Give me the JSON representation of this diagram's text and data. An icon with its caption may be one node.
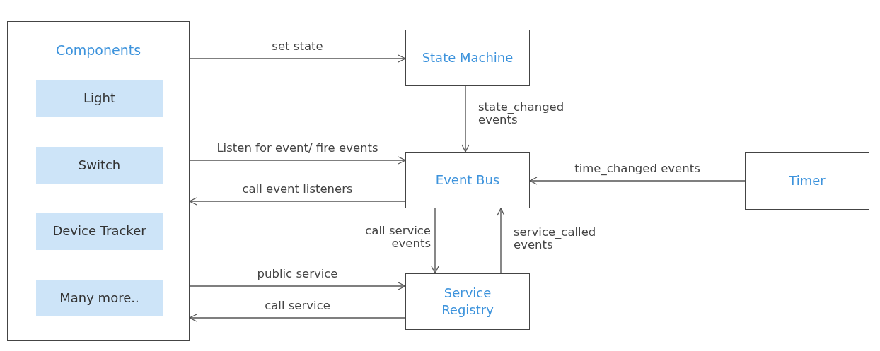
{
  "diagram": {
    "nodes": [
      {
        "text": [
          "Components"
        ]
      },
      {
        "text": [
          "Light"
        ],
        "in": 0
      },
      {
        "text": [
          "Switch"
        ],
        "in": 0
      },
      {
        "text": [
          "Device Tracker"
        ],
        "in": 0
      },
      {
        "text": [
          "Many more.."
        ],
        "in": 0
      },
      {
        "text": [
          "State Machine"
        ]
      },
      {
        "text": [
          "Event Bus"
        ]
      },
      {
        "text": [
          "Timer"
        ]
      },
      {
        "text": [
          "Service Registry"
        ]
      }
    ],
    "edges": [
      {
        "from": 0,
        "to": 5,
        "arrow": "to",
        "label": "set state"
      },
      {
        "from": 5,
        "to": 6,
        "arrow": "to",
        "label": "state_changed events"
      },
      {
        "from": 0,
        "to": 6,
        "arrow": "to",
        "label": "Listen for event/ fire events"
      },
      {
        "from": 6,
        "to": 0,
        "arrow": "to",
        "label": "call event listeners"
      },
      {
        "from": 7,
        "to": 6,
        "arrow": "to",
        "label": "time_changed events"
      },
      {
        "from": 6,
        "to": 8,
        "arrow": "to",
        "label": "call service events"
      },
      {
        "from": 8,
        "to": 6,
        "arrow": "to",
        "label": "service_called events"
      },
      {
        "from": 0,
        "to": 8,
        "arrow": "to",
        "label": "public service"
      },
      {
        "from": 8,
        "to": 0,
        "arrow": "to",
        "label": "call service"
      }
    ]
  }
}
